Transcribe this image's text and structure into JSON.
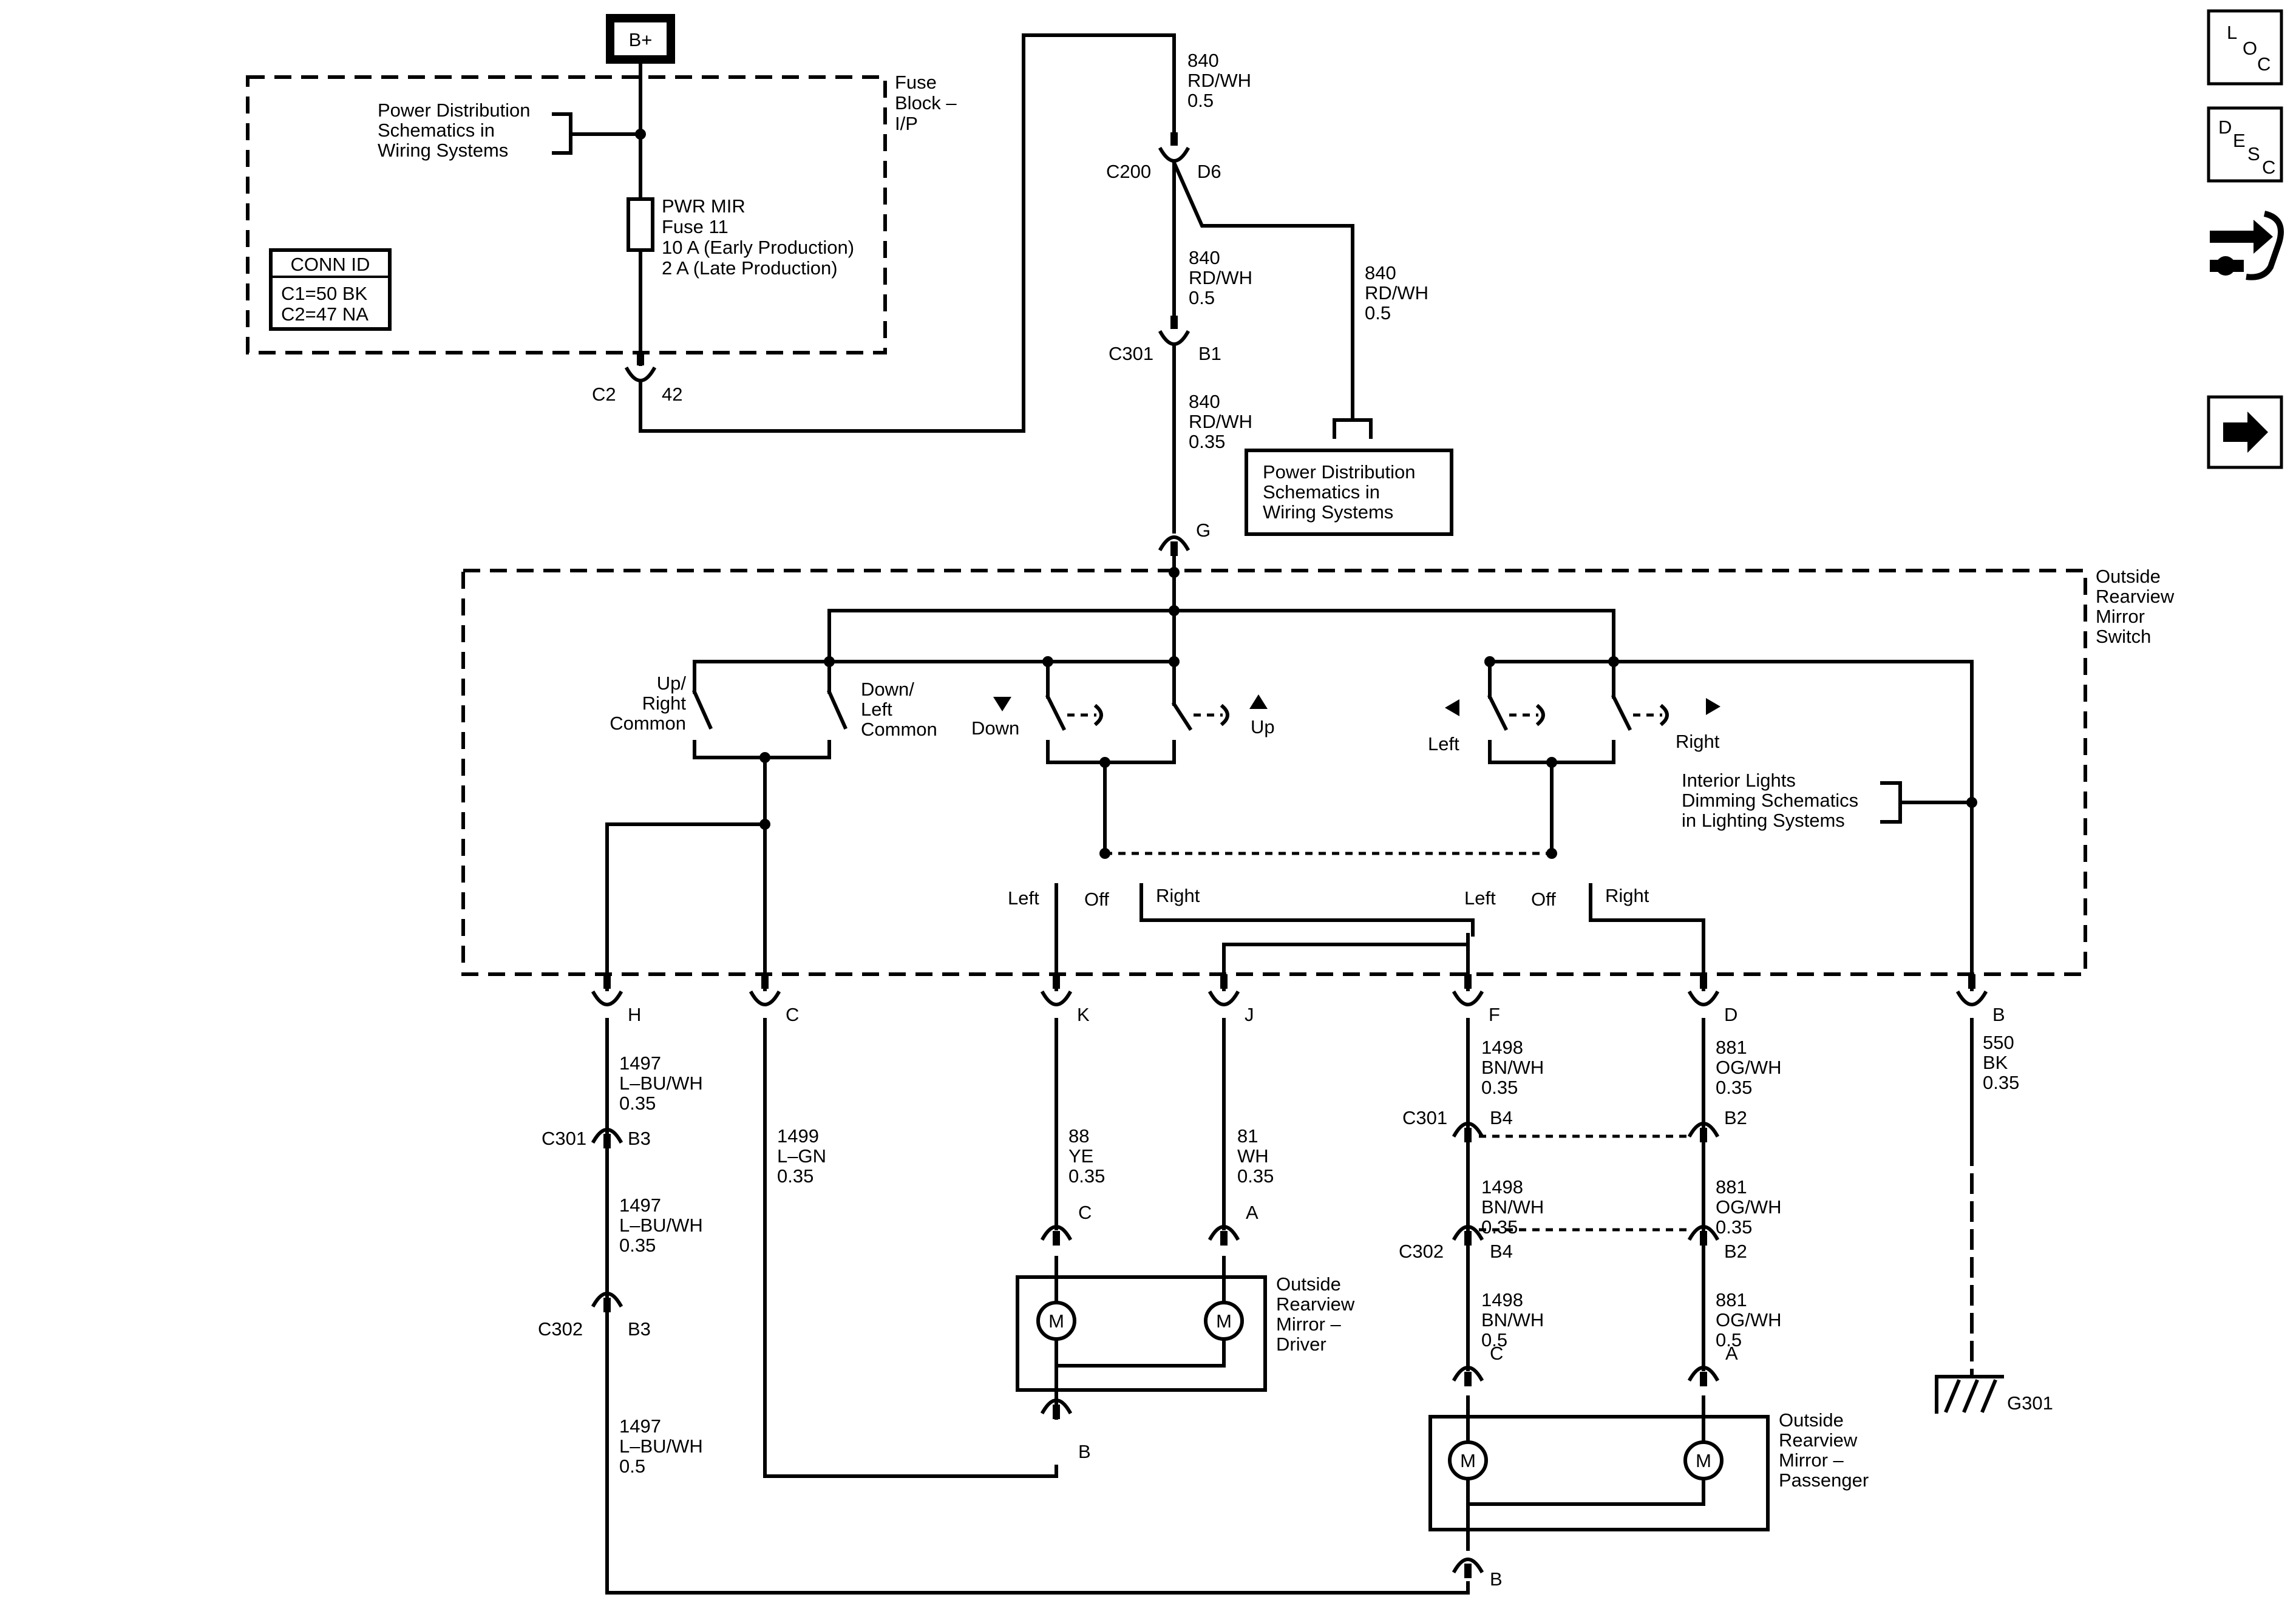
{
  "top_power": "B+",
  "fuse_block": {
    "label_lines": [
      "Fuse",
      "Block –",
      "I/P"
    ],
    "power_dist_lines": [
      "Power Distribution",
      "Schematics in",
      "Wiring Systems"
    ],
    "fuse_lines": [
      "PWR MIR",
      "Fuse 11",
      "10 A (Early Production)",
      "2 A (Late Production)"
    ],
    "conn_id": {
      "title": "CONN ID",
      "rows": [
        "C1=50 BK",
        "C2=47 NA"
      ]
    },
    "connector": "C2",
    "pin": "42"
  },
  "feed": {
    "wire1_lines": [
      "840",
      "RD/WH",
      "0.5"
    ],
    "c200": "C200",
    "c200_pin": "D6",
    "wire2_lines": [
      "840",
      "RD/WH",
      "0.5"
    ],
    "wire3_lines": [
      "840",
      "RD/WH",
      "0.5"
    ],
    "c301": "C301",
    "c301_pin": "B1",
    "wire4_lines": [
      "840",
      "RD/WH",
      "0.35"
    ],
    "switch_pin_g": "G",
    "power_dist_lines": [
      "Power Distribution",
      "Schematics in",
      "Wiring Systems"
    ]
  },
  "switch": {
    "label_lines": [
      "Outside",
      "Rearview",
      "Mirror",
      "Switch"
    ],
    "up_right_common": [
      "Up/",
      "Right",
      "Common"
    ],
    "down_left_common": [
      "Down/",
      "Left",
      "Common"
    ],
    "down": "Down",
    "up": "Up",
    "left": "Left",
    "right": "Right",
    "interior_lights_lines": [
      "Interior Lights",
      "Dimming Schematics",
      "in Lighting Systems"
    ],
    "sel1": {
      "left": "Left",
      "off": "Off",
      "right": "Right"
    },
    "sel2": {
      "left": "Left",
      "off": "Off",
      "right": "Right"
    },
    "pins": [
      "H",
      "C",
      "K",
      "J",
      "F",
      "D",
      "B"
    ]
  },
  "circuits": {
    "h_wire_a": [
      "1497",
      "L–BU/WH",
      "0.35"
    ],
    "h_c301": "C301",
    "h_c301_pin": "B3",
    "h_wire_b": [
      "1497",
      "L–BU/WH",
      "0.35"
    ],
    "h_c302": "C302",
    "h_c302_pin": "B3",
    "h_wire_c": [
      "1497",
      "L–BU/WH",
      "0.5"
    ],
    "c_wire": [
      "1499",
      "L–GN",
      "0.35"
    ],
    "k_wire": [
      "88",
      "YE",
      "0.35"
    ],
    "j_wire": [
      "81",
      "WH",
      "0.35"
    ],
    "f_wire_a": [
      "1498",
      "BN/WH",
      "0.35"
    ],
    "f_c301": "C301",
    "f_c301_pin": "B4",
    "f_wire_b": [
      "1498",
      "BN/WH",
      "0.35"
    ],
    "f_c302": "C302",
    "f_c302_pin": "B4",
    "f_wire_c": [
      "1498",
      "BN/WH",
      "0.5"
    ],
    "d_wire_a": [
      "881",
      "OG/WH",
      "0.35"
    ],
    "d_c301_pin": "B2",
    "d_wire_b": [
      "881",
      "OG/WH",
      "0.35"
    ],
    "d_c302_pin": "B2",
    "d_wire_c": [
      "881",
      "OG/WH",
      "0.5"
    ],
    "b_wire": [
      "550",
      "BK",
      "0.35"
    ],
    "ground": "G301"
  },
  "driver_mirror": {
    "label_lines": [
      "Outside",
      "Rearview",
      "Mirror –",
      "Driver"
    ],
    "pin_c": "C",
    "pin_a": "A",
    "pin_b": "B",
    "motor": "M"
  },
  "passenger_mirror": {
    "label_lines": [
      "Outside",
      "Rearview",
      "Mirror –",
      "Passenger"
    ],
    "pin_c": "C",
    "pin_a": "A",
    "pin_b": "B",
    "motor": "M"
  },
  "nav": {
    "loc": [
      "L",
      "O",
      "C"
    ],
    "desc": [
      "D",
      "E",
      "S",
      "C"
    ],
    "diag_icon": "component-connector-icon",
    "next_icon": "arrow-right-icon"
  }
}
